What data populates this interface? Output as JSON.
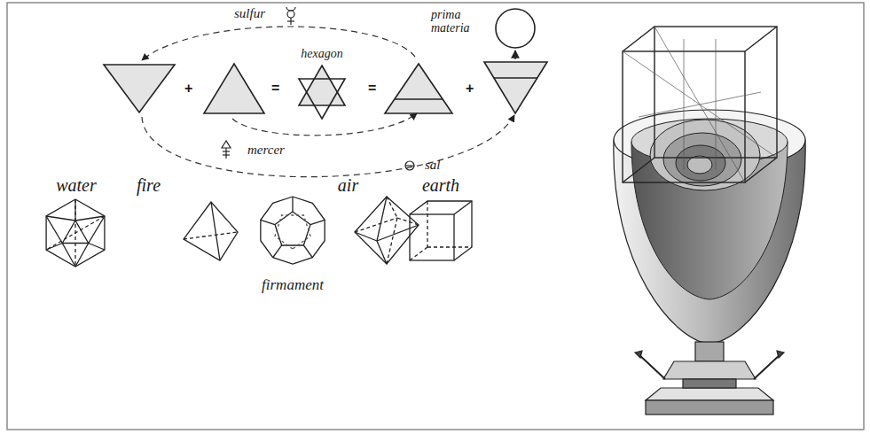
{
  "diagram": {
    "nodes": [
      {
        "text": [
          "prima materia"
        ]
      },
      {
        "text": [
          "hexagon"
        ]
      },
      {
        "text": [
          "water"
        ]
      },
      {
        "text": [
          "fire"
        ]
      },
      {
        "text": [
          "firmament"
        ]
      },
      {
        "text": [
          "air"
        ]
      },
      {
        "text": [
          "earth"
        ]
      }
    ],
    "labels": [
      "sulfur",
      "+",
      "=",
      "=",
      "+",
      "mercer",
      "sal"
    ]
  }
}
